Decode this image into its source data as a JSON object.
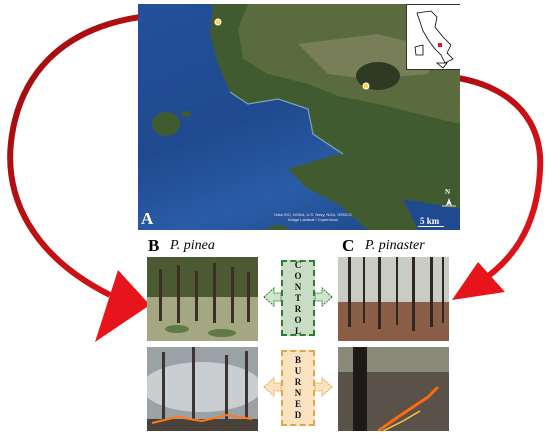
{
  "panel_a": {
    "letter": "A",
    "attribution_line1": "Data SIO, NOAA, U.S. Navy, NGA, GEBCO",
    "attribution_line2": "Image Landsat / Copernicus",
    "scale_label": "5 km",
    "north_label": "N"
  },
  "panel_b": {
    "letter": "B",
    "species": "P. pinea"
  },
  "panel_c": {
    "letter": "C",
    "species": "P. pinaster"
  },
  "labels": {
    "control": "CONTROL",
    "burned": "BURNED"
  },
  "colors": {
    "arrow_red": "#e8141b",
    "control_green": "#2e7d32",
    "burned_orange": "#e0a84a",
    "control_fill": "#c9dcc4",
    "burned_fill": "#fbe3c2"
  }
}
